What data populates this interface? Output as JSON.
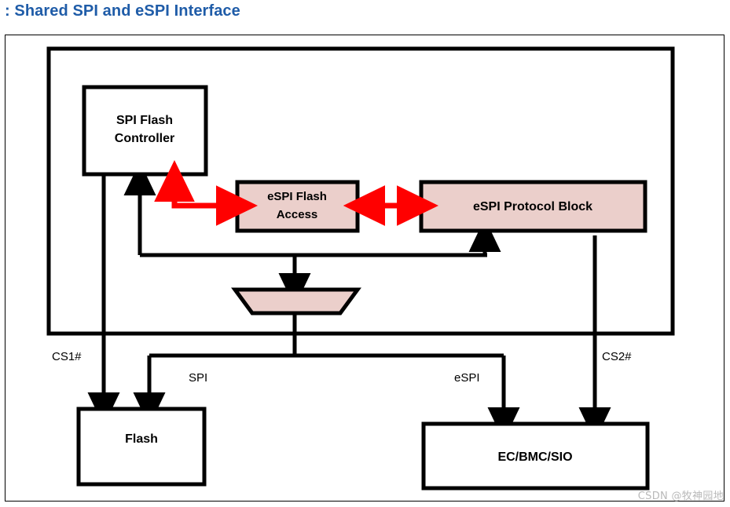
{
  "slide": {
    "title": ": Shared SPI and eSPI Interface",
    "title_color": "#1F5CA8"
  },
  "colors": {
    "block_fill_pink": "#EBCFCB",
    "block_fill_white": "#FFFFFF",
    "stroke_black": "#000000",
    "arrow_red": "#FF0000",
    "watermark_gray": "#B9B9B9"
  },
  "diagram": {
    "container_label": "chipset-boundary",
    "blocks": [
      {
        "id": "spi-flash-controller",
        "label_line1": "SPI Flash",
        "label_line2": "Controller",
        "fill": "#FFFFFF"
      },
      {
        "id": "espi-flash-access",
        "label_line1": "eSPI Flash",
        "label_line2": "Access",
        "fill": "#EBCFCB"
      },
      {
        "id": "espi-protocol-block",
        "label_line1": "eSPI Protocol Block",
        "label_line2": "",
        "fill": "#EBCFCB"
      },
      {
        "id": "mux",
        "label_line1": "",
        "label_line2": "",
        "fill": "#EBCFCB"
      },
      {
        "id": "flash",
        "label_line1": "Flash",
        "label_line2": "",
        "fill": "#FFFFFF"
      },
      {
        "id": "ec-bmc-sio",
        "label_line1": "EC/BMC/SIO",
        "label_line2": "",
        "fill": "#FFFFFF"
      }
    ],
    "wire_labels": [
      {
        "id": "cs1",
        "text": "CS1#"
      },
      {
        "id": "spi",
        "text": "SPI"
      },
      {
        "id": "espi",
        "text": "eSPI"
      },
      {
        "id": "cs2",
        "text": "CS2#"
      }
    ]
  },
  "watermark": {
    "text": "CSDN @牧神园地"
  }
}
